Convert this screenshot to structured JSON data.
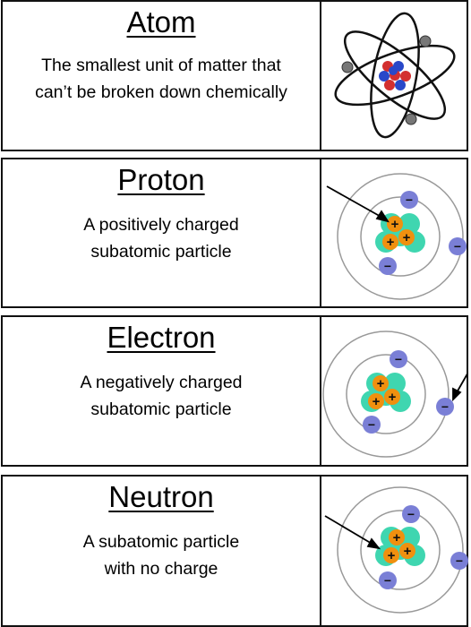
{
  "cards": [
    {
      "term": "Atom",
      "definition_lines": [
        "The smallest unit of matter that",
        "can’t be broken down chemically"
      ],
      "image": "atom-icon"
    },
    {
      "term": "Proton",
      "definition_lines": [
        "A positively charged",
        "subatomic particle"
      ],
      "image": "proton-diagram-icon"
    },
    {
      "term": "Electron",
      "definition_lines": [
        "A negatively charged",
        "subatomic particle"
      ],
      "image": "electron-diagram-icon"
    },
    {
      "term": "Neutron",
      "definition_lines": [
        "A subatomic particle",
        "with no charge"
      ],
      "image": "neutron-diagram-icon"
    }
  ],
  "symbols": {
    "electron": "−",
    "proton": "+"
  },
  "colors": {
    "electron": "#7a7fd6",
    "proton": "#f0900f",
    "neutron": "#3fd6b0",
    "arrow": "#000000"
  }
}
